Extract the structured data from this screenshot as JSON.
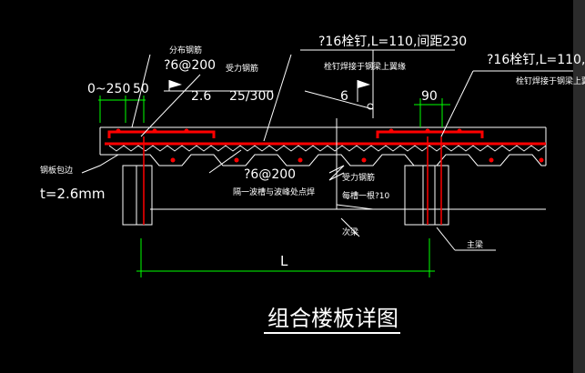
{
  "title": "组合楼板详图",
  "labels": {
    "dist_rebar": "分布钢筋",
    "dist_rebar_spec": "?6@200",
    "load_rebar_top": "受力钢筋",
    "range": "0~250",
    "fifty": "50",
    "rebar_flag": "2.6",
    "ratio": "25/300",
    "stud_left_spec": "?16栓钉,L=110,间距230",
    "stud_left_note": "栓钉焊接于钢梁上翼缘",
    "stud_right_spec": "?16栓钉,L=110,",
    "stud_right_note": "栓钉焊接于钢梁上翼缘",
    "six": "6",
    "ninety": "90",
    "deck_edge": "钢板包边",
    "thickness": "t=2.6mm",
    "bottom_spec": "?6@200",
    "bottom_note": "隔一波槽与波峰处点焊",
    "load_rebar_bot": "受力钢筋",
    "each_trough": "每槽一根?10",
    "secondary_beam": "次梁",
    "main_beam": "主梁",
    "span": "L"
  },
  "colors": {
    "rebar": "#ff0000",
    "lines": "#ffffff",
    "dim": "#00ff00",
    "background": "#000000"
  }
}
